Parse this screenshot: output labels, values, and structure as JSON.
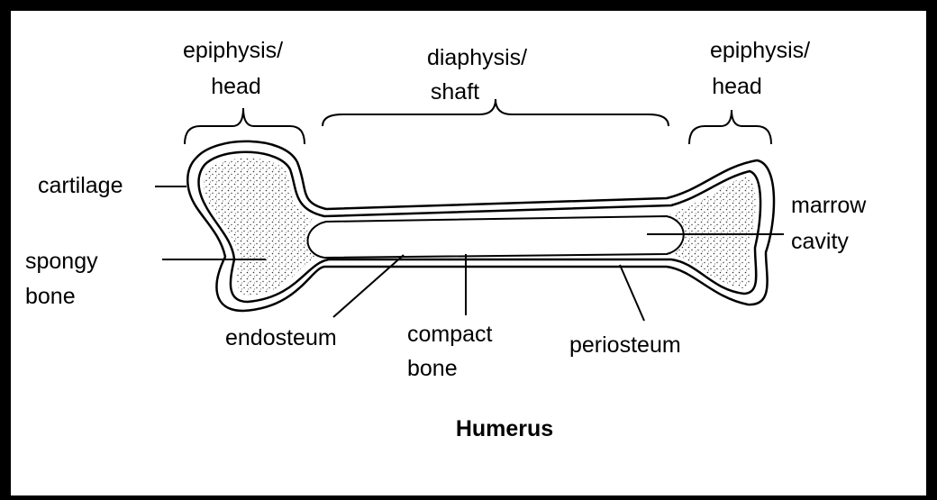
{
  "labels": {
    "epiphysis_left": [
      "epiphysis/",
      "head"
    ],
    "diaphysis": [
      "diaphysis/",
      "shaft"
    ],
    "epiphysis_right": [
      "epiphysis/",
      "head"
    ],
    "cartilage": "cartilage",
    "spongy_bone": [
      "spongy",
      "bone"
    ],
    "marrow_cavity": [
      "marrow",
      "cavity"
    ],
    "endosteum": "endosteum",
    "compact_bone": [
      "compact",
      "bone"
    ],
    "periosteum": "periosteum"
  },
  "title": "Humerus",
  "colors": {
    "frame": "#000000",
    "background": "#ffffff",
    "bone_outline": "#000000",
    "spongy_dots": "#333333"
  }
}
